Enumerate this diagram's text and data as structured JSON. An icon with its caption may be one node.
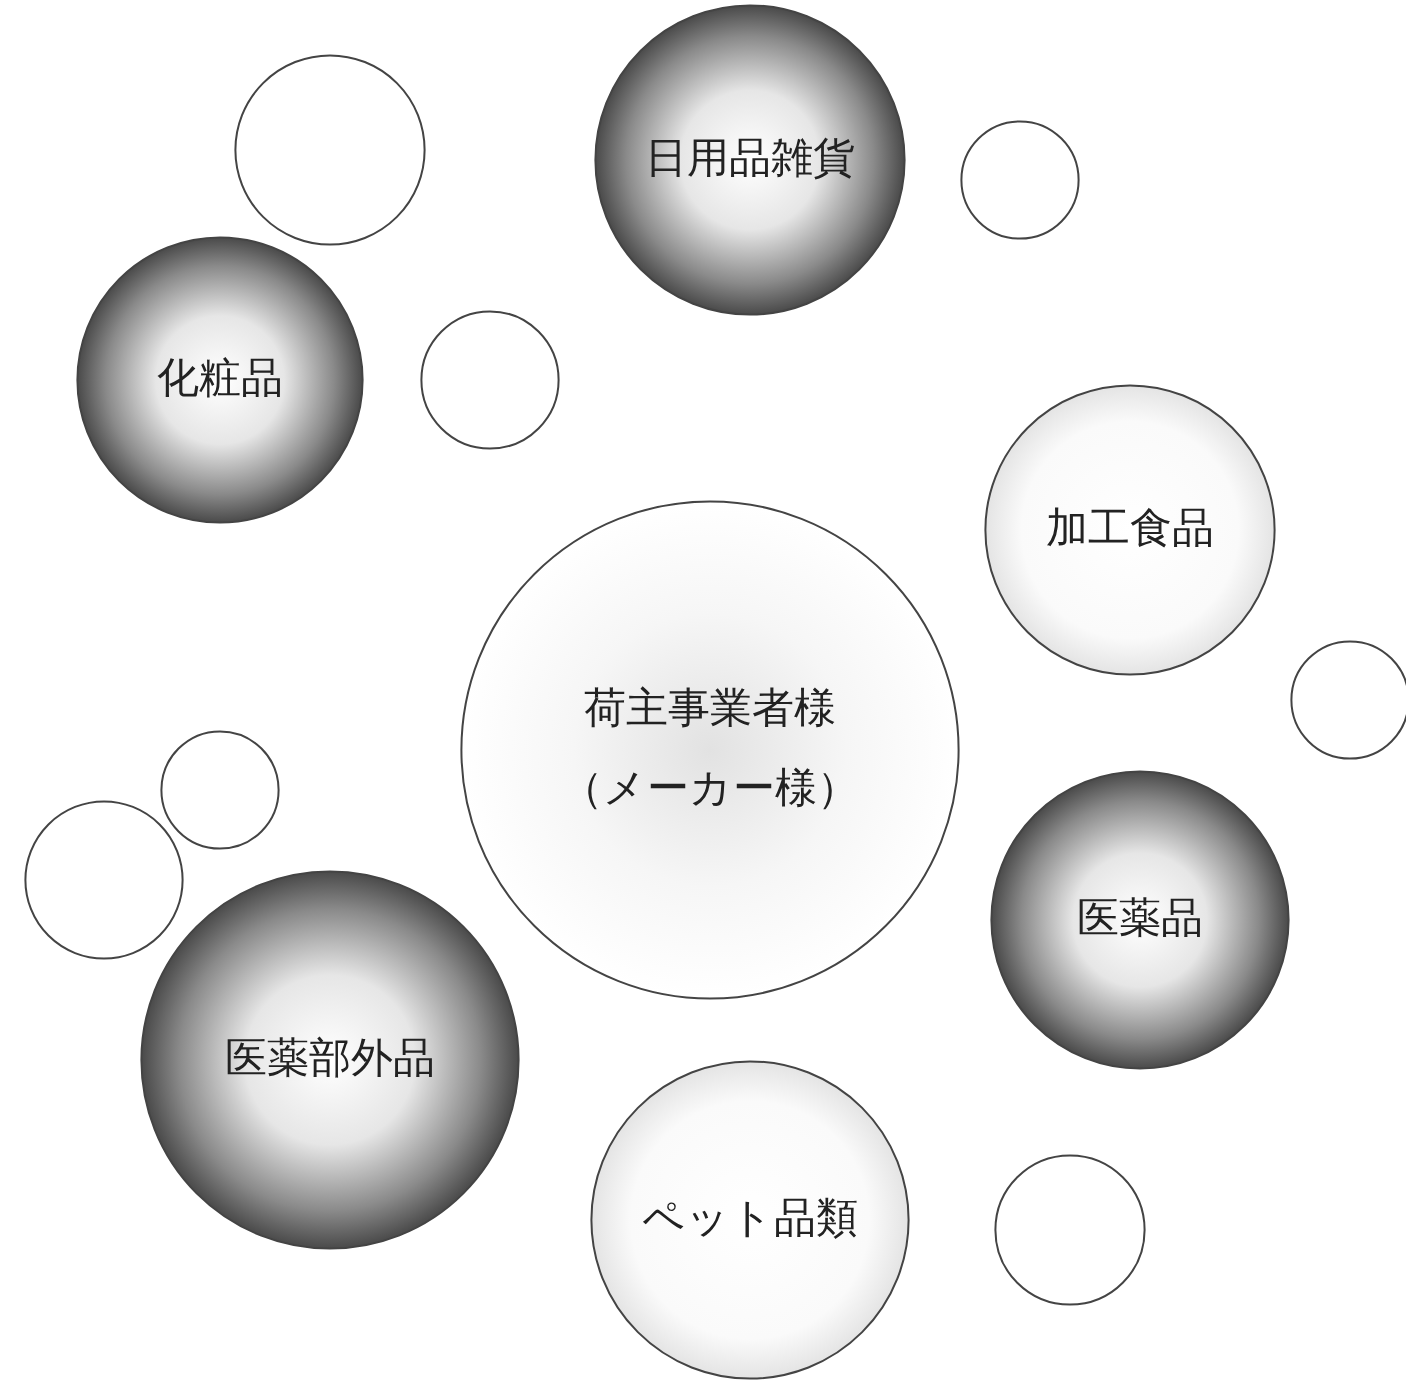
{
  "diagram": {
    "nodes": [
      {
        "text": [],
        "shape": "circle"
      },
      {
        "text": [
          "日用品雑貨"
        ]
      },
      {
        "text": [],
        "shape": "circle"
      },
      {
        "text": [
          "化粧品"
        ]
      },
      {
        "text": [],
        "shape": "circle"
      },
      {
        "text": [
          "加工食品"
        ]
      },
      {
        "text": [],
        "shape": "circle"
      },
      {
        "text": [
          "荷主事業者様",
          "（メーカー様）"
        ]
      },
      {
        "text": [],
        "shape": "circle"
      },
      {
        "text": [],
        "shape": "circle"
      },
      {
        "text": [
          "医薬品"
        ]
      },
      {
        "text": [
          "医薬部外品"
        ]
      },
      {
        "text": [
          "ペット品類"
        ]
      },
      {
        "text": [],
        "shape": "circle"
      }
    ],
    "edges": []
  }
}
